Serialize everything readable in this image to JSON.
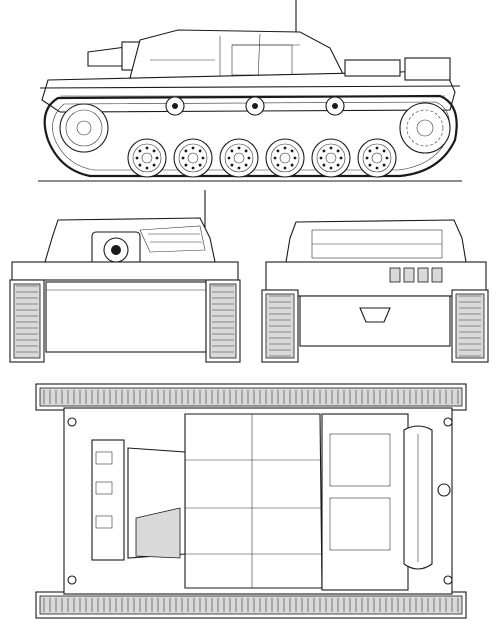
{
  "drawing": {
    "subject": "",
    "views": [
      {
        "id": "side",
        "label": ""
      },
      {
        "id": "front",
        "label": ""
      },
      {
        "id": "rear",
        "label": ""
      },
      {
        "id": "top",
        "label": ""
      }
    ]
  },
  "hull": {
    "road_wheels_per_side": 6,
    "return_rollers_per_side": 3
  },
  "colors": {
    "line": "#1a1a1a",
    "paper": "#ffffff"
  }
}
